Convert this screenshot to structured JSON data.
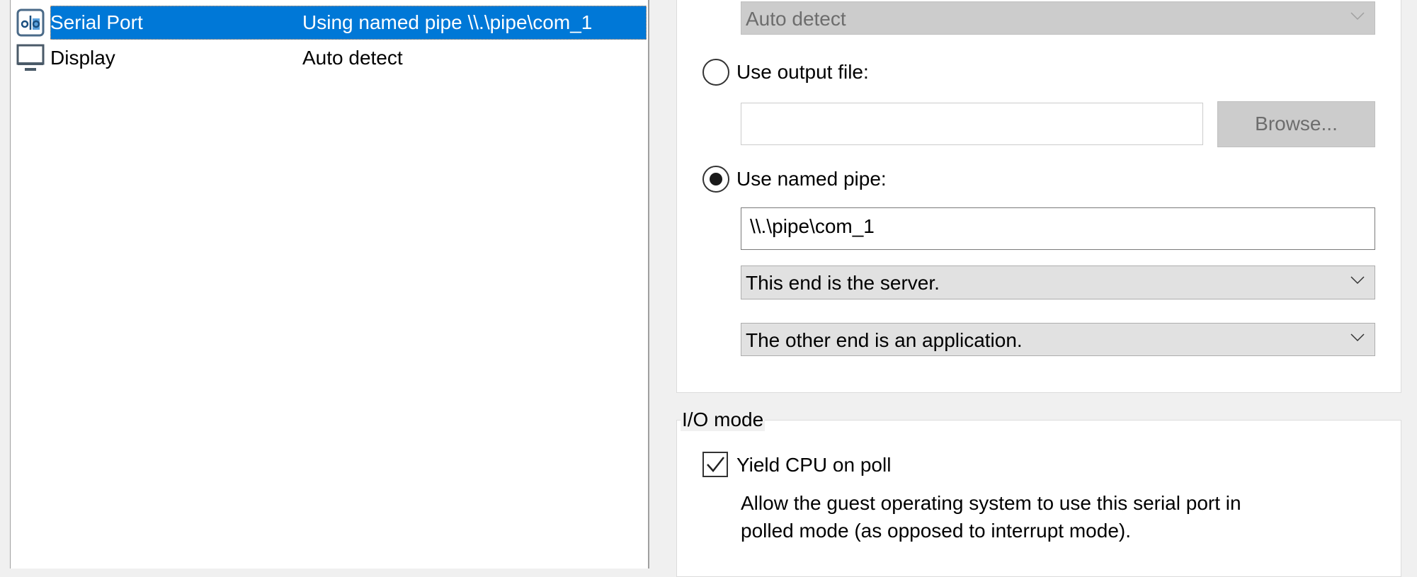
{
  "device_list": {
    "items": [
      {
        "name": "Serial Port",
        "summary": "Using named pipe \\\\.\\pipe\\com_1",
        "icon": "serial-port-icon",
        "selected": true
      },
      {
        "name": "Display",
        "summary": "Auto detect",
        "icon": "monitor-icon",
        "selected": false
      }
    ]
  },
  "connection": {
    "physical_port_value": "Auto detect",
    "output_file_label": "Use output file:",
    "output_file_value": "",
    "browse_label": "Browse...",
    "named_pipe_label": "Use named pipe:",
    "named_pipe_value": "\\\\.\\pipe\\com_1",
    "this_end_value": "This end is the server.",
    "other_end_value": "The other end is an application.",
    "selected_option": "named_pipe"
  },
  "io_mode": {
    "legend": "I/O mode",
    "yield_cpu_label": "Yield CPU on poll",
    "yield_cpu_checked": true,
    "description_line1": "Allow the guest operating system to use this serial port in",
    "description_line2": "polled mode (as opposed to interrupt mode)."
  },
  "colors": {
    "selection": "#0078d7",
    "dialog_bg": "#f0f0f0"
  }
}
